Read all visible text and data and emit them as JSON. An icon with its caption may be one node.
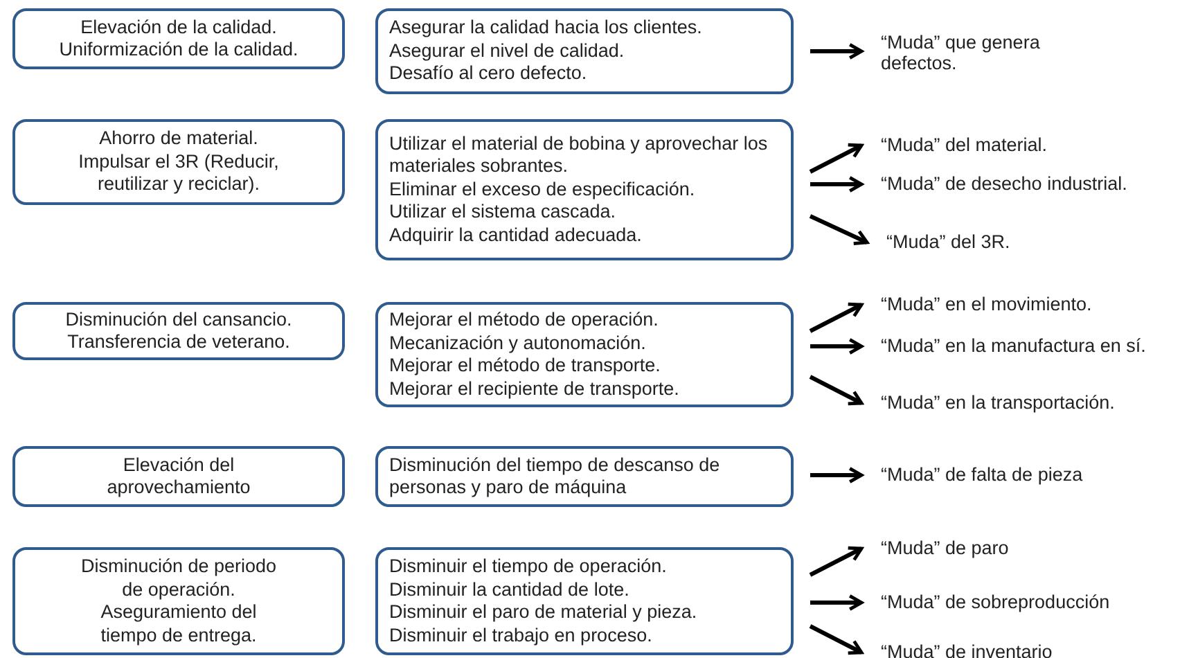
{
  "diagram": {
    "nodes": [
      {
        "text": [
          "Elevación de la calidad.",
          "Uniformización de la calidad."
        ]
      },
      {
        "text": [
          "Asegurar la calidad hacia los clientes.",
          "Asegurar el nivel de calidad.",
          "Desafío al cero defecto."
        ]
      },
      {
        "text": [
          "“Muda” que genera defectos."
        ]
      },
      {
        "text": [
          "Ahorro de material.",
          "Impulsar el 3R (Reducir, reutilizar y reciclar)."
        ]
      },
      {
        "text": [
          "Utilizar el material de bobina y aprovechar los materiales sobrantes.",
          "Eliminar el exceso de especificación.",
          "Utilizar el sistema cascada.",
          "Adquirir la cantidad adecuada."
        ]
      },
      {
        "text": [
          "“Muda” del material."
        ]
      },
      {
        "text": [
          "“Muda” de desecho industrial."
        ]
      },
      {
        "text": [
          "“Muda” del 3R."
        ]
      },
      {
        "text": [
          "Disminución del cansancio.",
          "Transferencia  de veterano."
        ]
      },
      {
        "text": [
          "Mejorar el método de operación.",
          "Mecanización y autonomación.",
          "Mejorar el método de transporte.",
          "Mejorar el recipiente de transporte."
        ]
      },
      {
        "text": [
          "“Muda” en el movimiento."
        ]
      },
      {
        "text": [
          "“Muda” en la manufactura en sí."
        ]
      },
      {
        "text": [
          "“Muda” en la transportación."
        ]
      },
      {
        "text": [
          "Elevación del aprovechamiento"
        ]
      },
      {
        "text": [
          "Disminución del tiempo de descanso de personas y paro de máquina"
        ]
      },
      {
        "text": [
          "“Muda” de falta de pieza"
        ]
      },
      {
        "text": [
          "Disminución de  periodo de operación.",
          "Aseguramiento del tiempo de entrega."
        ]
      },
      {
        "text": [
          "Disminuir el tiempo de operación.",
          "Disminuir la cantidad de lote.",
          "Disminuir el paro de material y pieza.",
          "Disminuir el trabajo en proceso."
        ]
      },
      {
        "text": [
          "“Muda” de paro"
        ]
      },
      {
        "text": [
          "“Muda” de sobreproducción"
        ]
      },
      {
        "text": [
          "“Muda” de inventario"
        ]
      }
    ],
    "edges": [
      {
        "from": 1,
        "to": 2,
        "arrow": "to"
      },
      {
        "from": 4,
        "to": 5,
        "arrow": "to"
      },
      {
        "from": 4,
        "to": 6,
        "arrow": "to"
      },
      {
        "from": 4,
        "to": 7,
        "arrow": "to"
      },
      {
        "from": 9,
        "to": 10,
        "arrow": "to"
      },
      {
        "from": 9,
        "to": 11,
        "arrow": "to"
      },
      {
        "from": 9,
        "to": 12,
        "arrow": "to"
      },
      {
        "from": 14,
        "to": 15,
        "arrow": "to"
      },
      {
        "from": 17,
        "to": 18,
        "arrow": "to"
      },
      {
        "from": 17,
        "to": 19,
        "arrow": "to"
      },
      {
        "from": 17,
        "to": 20,
        "arrow": "to"
      }
    ]
  }
}
